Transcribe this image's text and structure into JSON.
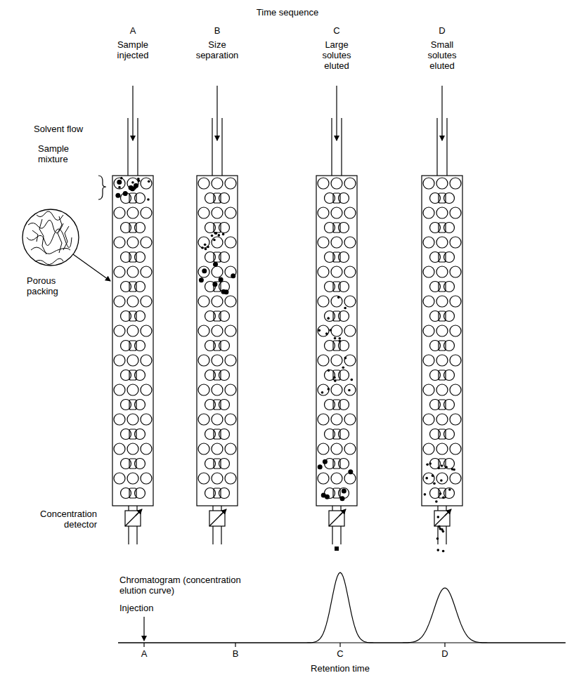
{
  "diagram": {
    "title": "Time sequence",
    "labels": [
      "A",
      "Sample injected",
      "B",
      "Size separation",
      "C",
      "Large solutes eluted",
      "D",
      "Small solutes eluted",
      "Solvent flow",
      "Sample mixture",
      "Porous packing",
      "Concentration detector",
      "Chromatogram (concentration elution curve)",
      "Injection",
      "A",
      "B",
      "C",
      "D",
      "Retention time"
    ]
  }
}
